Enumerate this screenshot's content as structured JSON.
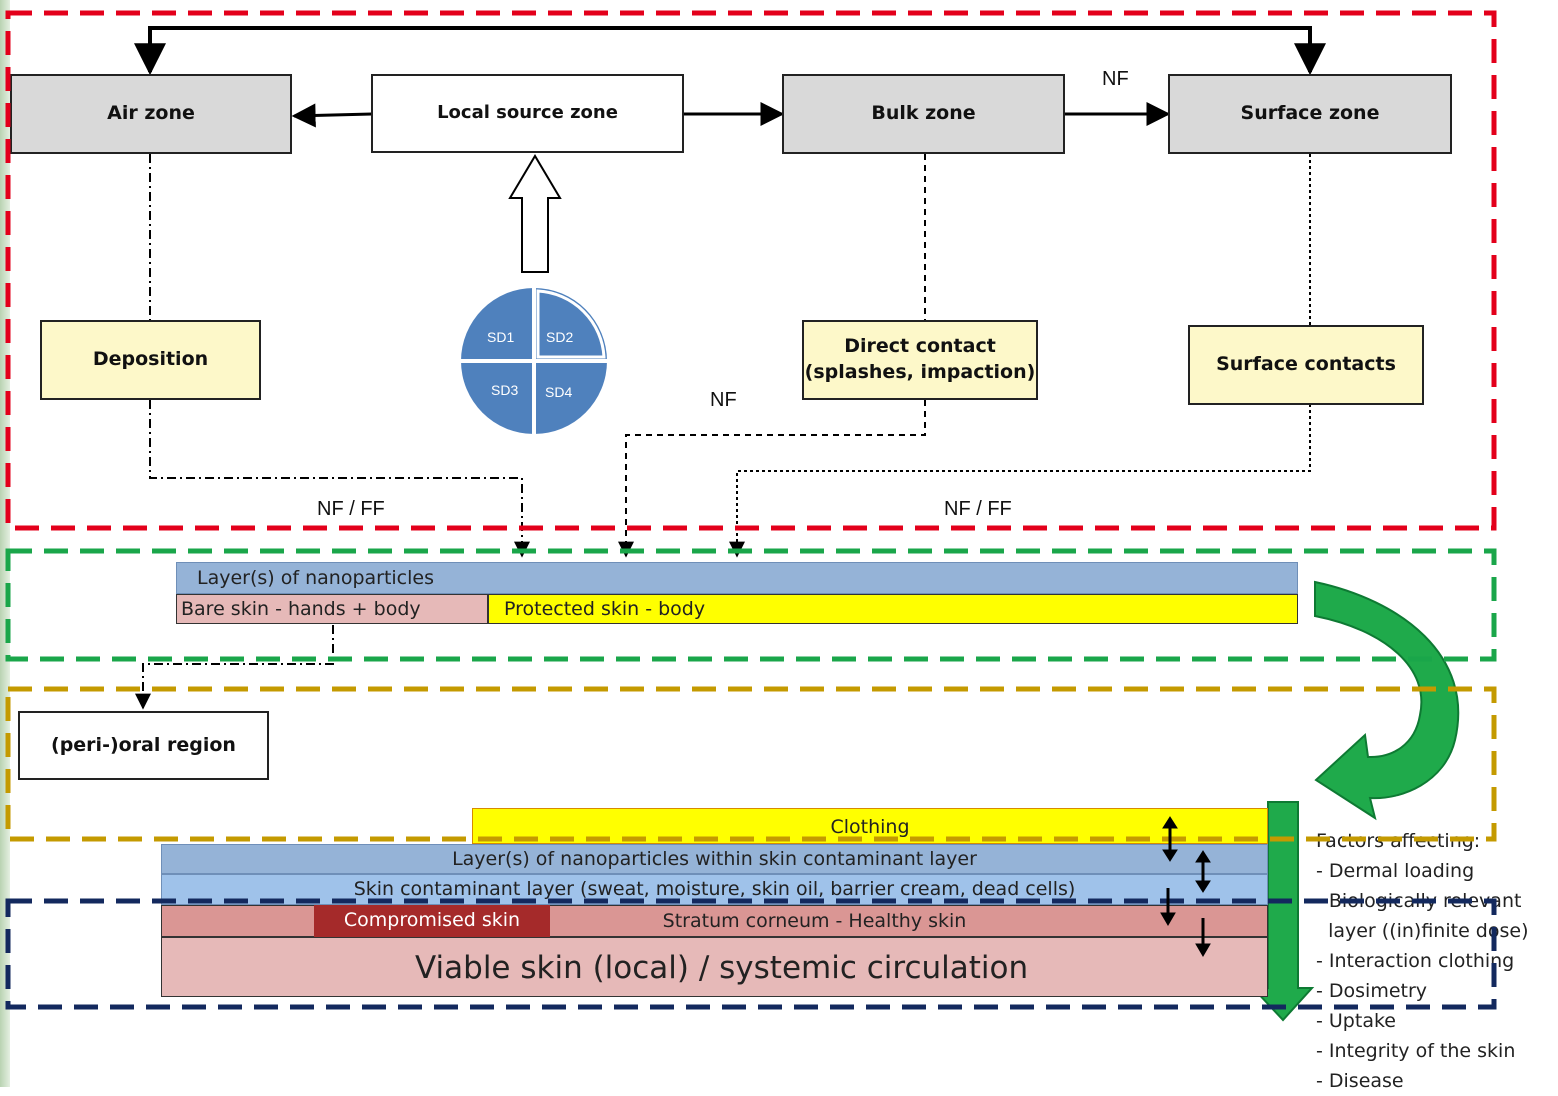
{
  "zones": {
    "air": "Air zone",
    "local_source": "Local source zone",
    "bulk": "Bulk zone",
    "surface": "Surface zone"
  },
  "transfers": {
    "deposition": "Deposition",
    "direct_contact_line1": "Direct contact",
    "direct_contact_line2": "(splashes, impaction)",
    "surface_contacts": "Surface contacts"
  },
  "source_domains": [
    "SD1",
    "SD2",
    "SD3",
    "SD4"
  ],
  "flow_labels": {
    "nf_top": "NF",
    "nf_mid": "NF",
    "nf_ff_left": "NF / FF",
    "nf_ff_right": "NF / FF"
  },
  "skin_layers": {
    "nanoparticle_layer": "Layer(s) of nanoparticles",
    "bare_skin": "Bare skin - hands + body",
    "protected_skin": "Protected skin - body",
    "perioral": "(peri-)oral region",
    "clothing": "Clothing",
    "np_in_contaminant": "Layer(s) of nanoparticles within skin contaminant layer",
    "contaminant_layer": "Skin contaminant layer (sweat, moisture, skin oil, barrier cream, dead cells)",
    "compromised": "Compromised skin",
    "stratum_corneum": "Stratum corneum - Healthy skin",
    "viable": "Viable skin (local) / systemic circulation"
  },
  "factors": {
    "title": "Factors affecting:",
    "items": [
      "- Dermal loading",
      "- Biologically relevant",
      "  layer ((in)finite dose)",
      "- Interaction clothing",
      "- Dosimetry",
      "- Uptake",
      "- Integrity of the skin",
      "- Disease"
    ]
  },
  "colors": {
    "red_frame": "#e3001b",
    "green_frame": "#1aa64a",
    "gold_frame": "#c49a00",
    "navy_frame": "#13295e",
    "np_blue": "#95b3d7",
    "skin_pink": "#e6b9b8",
    "protected_yellow": "#ffff00",
    "compromised_red": "#a52a2a",
    "green_arrow": "#1faa4b",
    "pie_blue": "#4f81bd"
  }
}
